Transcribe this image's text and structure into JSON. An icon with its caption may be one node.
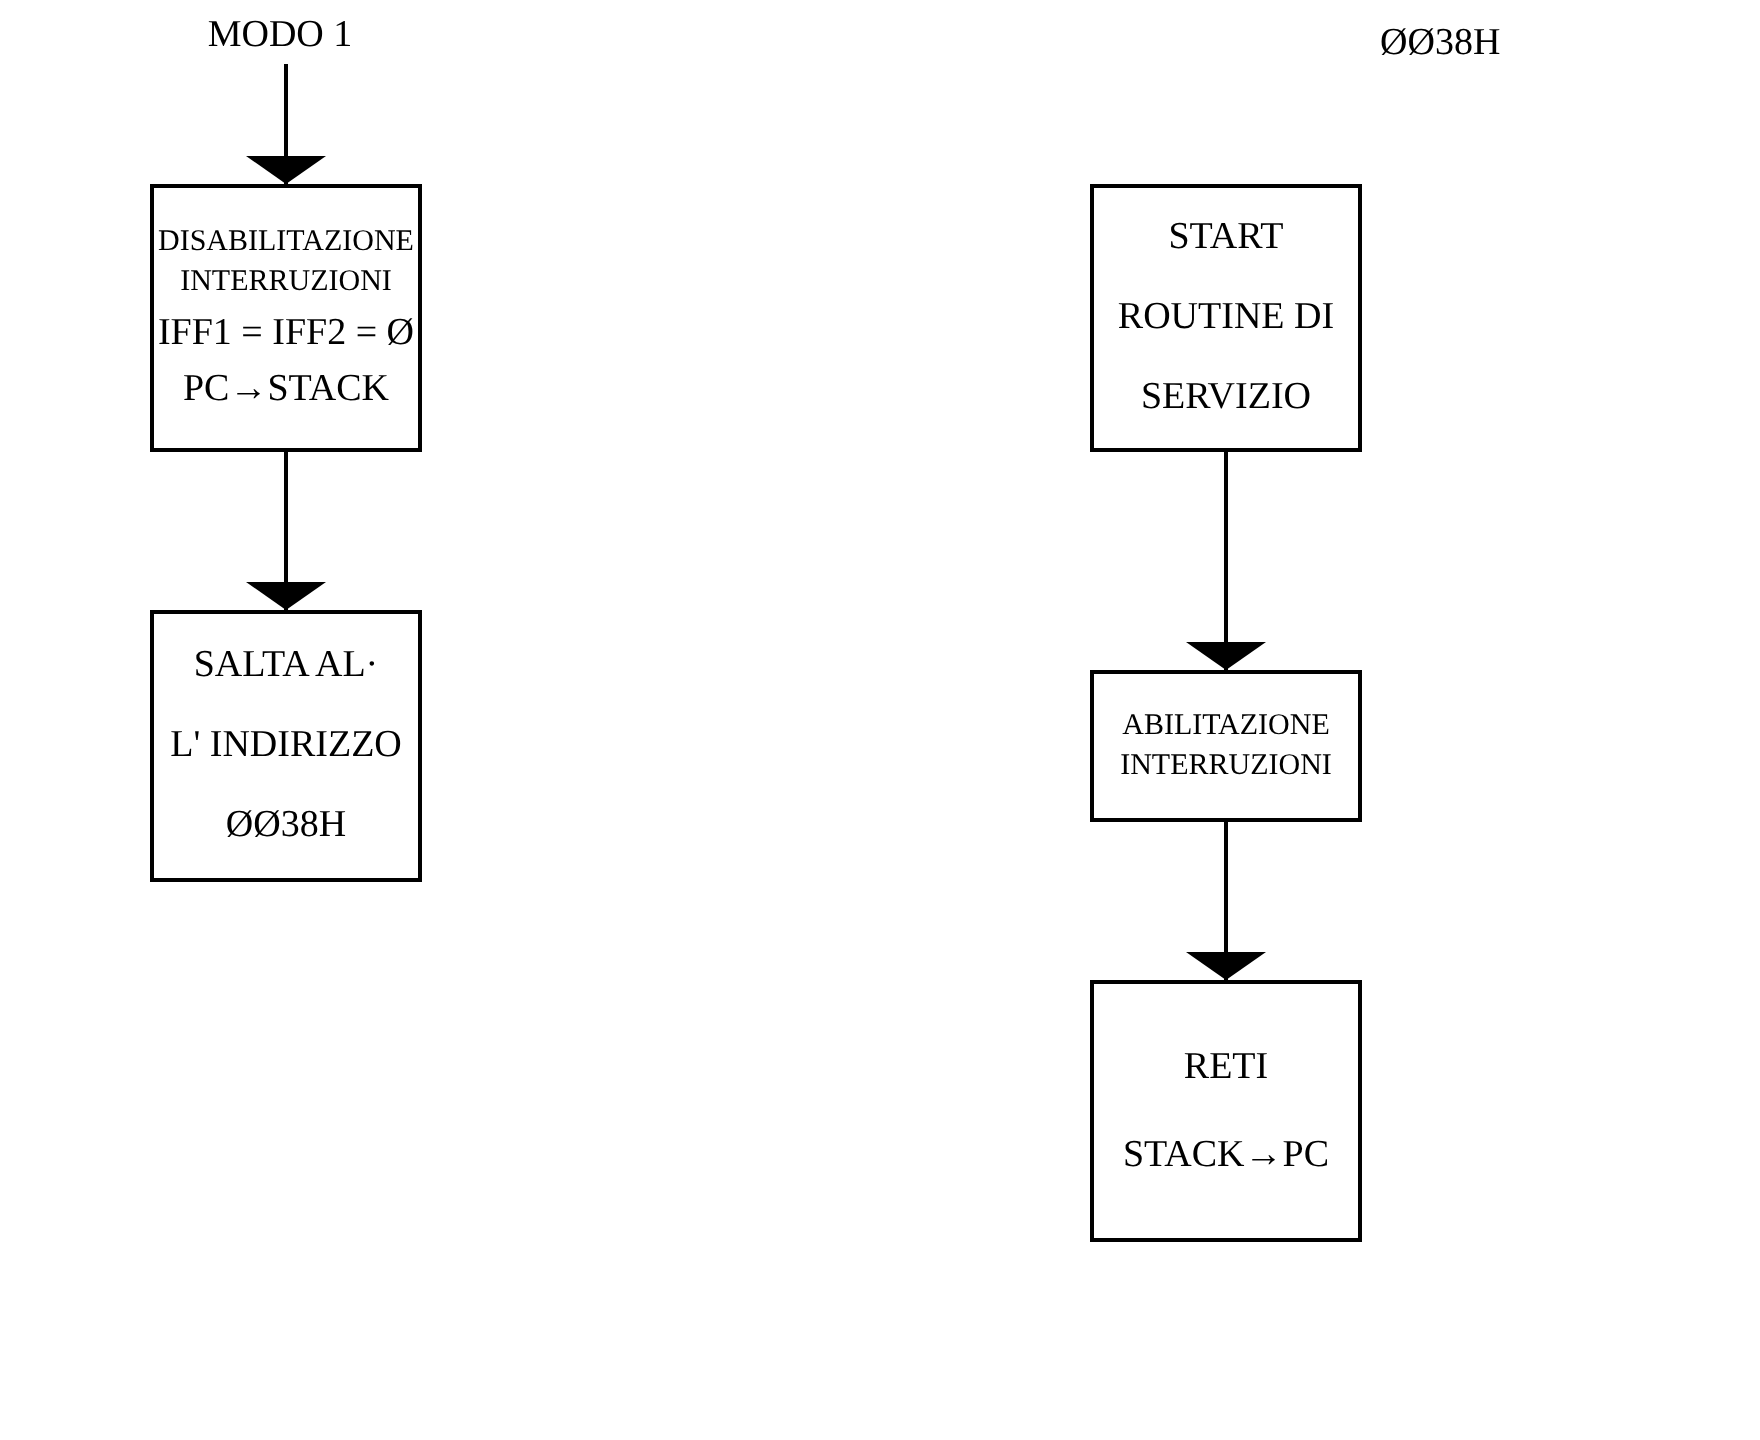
{
  "diagram": {
    "nodes": [
      {
        "text": [
          "MODO 1"
        ]
      },
      {
        "text": [
          "DISABILITAZIONE INTERRUZIONI",
          "IFF1 = IFF2 = Ø",
          "PC→STACK"
        ]
      },
      {
        "text": [
          "SALTA AL·",
          "L' INDIRIZZO",
          "ØØ38H"
        ]
      },
      {
        "text": [
          "START",
          "ROUTINE DI",
          "SERVIZIO"
        ],
        "beside": [
          "ØØ38H"
        ]
      },
      {
        "text": [
          "ABILITAZIONE INTERRUZIONI"
        ]
      },
      {
        "text": [
          "RETI",
          "STACK→PC"
        ]
      }
    ],
    "edges": [
      {
        "from": 0,
        "to": 1,
        "arrow": "to"
      },
      {
        "from": 1,
        "to": 2,
        "arrow": "to"
      },
      {
        "from": 3,
        "to": 4,
        "arrow": "to"
      },
      {
        "from": 4,
        "to": 5,
        "arrow": "to"
      }
    ]
  }
}
